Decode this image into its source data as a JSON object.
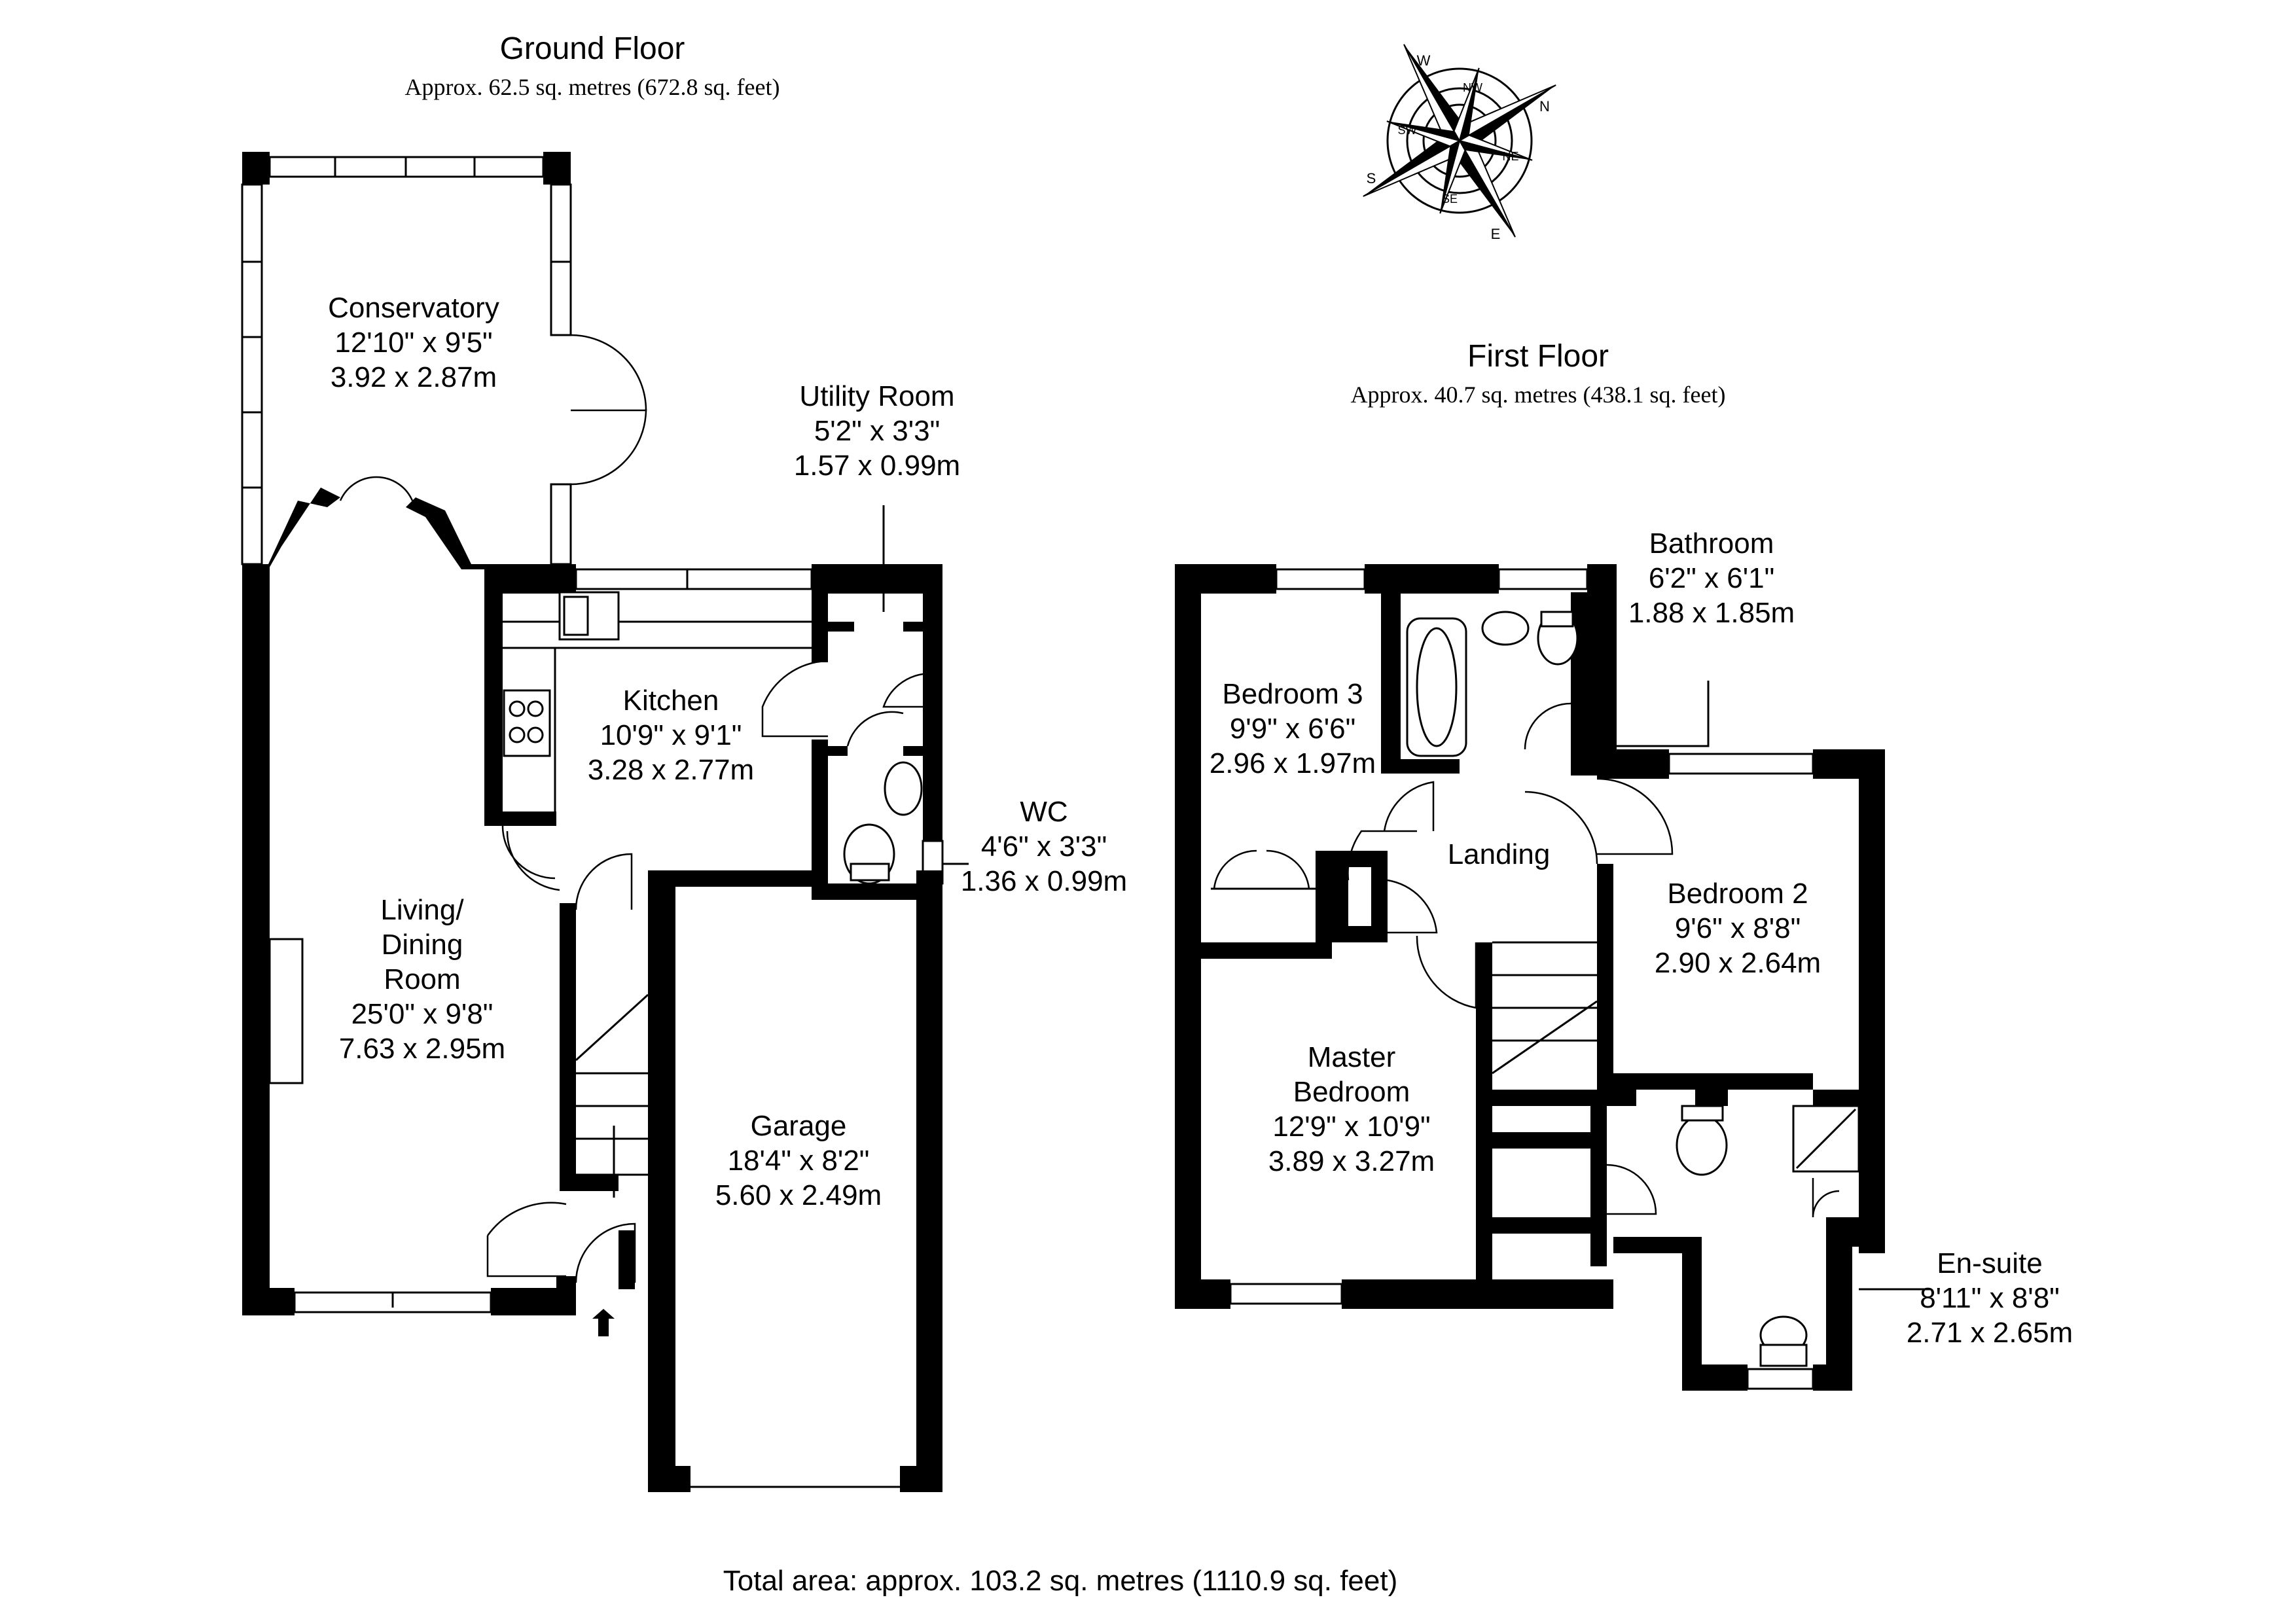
{
  "ground_floor": {
    "title": "Ground Floor",
    "area": "Approx. 62.5 sq. metres (672.8 sq. feet)",
    "rooms": [
      {
        "name": "Conservatory",
        "imperial": "12'10\" x 9'5\"",
        "metric": "3.92 x 2.87m"
      },
      {
        "name": "Utility Room",
        "imperial": "5'2\" x 3'3\"",
        "metric": "1.57 x 0.99m"
      },
      {
        "name": "Kitchen",
        "imperial": "10'9\" x 9'1\"",
        "metric": "3.28 x 2.77m"
      },
      {
        "name": "WC",
        "imperial": "4'6\" x 3'3\"",
        "metric": "1.36 x 0.99m"
      },
      {
        "name_lines": [
          "Living/",
          "Dining",
          "Room"
        ],
        "imperial": "25'0\" x 9'8\"",
        "metric": "7.63 x 2.95m"
      },
      {
        "name": "Garage",
        "imperial": "18'4\" x 8'2\"",
        "metric": "5.60 x 2.49m"
      }
    ]
  },
  "first_floor": {
    "title": "First Floor",
    "area": "Approx. 40.7 sq. metres (438.1 sq. feet)",
    "rooms": [
      {
        "name": "Bathroom",
        "imperial": "6'2\" x 6'1\"",
        "metric": "1.88 x 1.85m"
      },
      {
        "name": "Bedroom 3",
        "imperial": "9'9\" x 6'6\"",
        "metric": "2.96 x 1.97m"
      },
      {
        "name": "Landing"
      },
      {
        "name": "Bedroom 2",
        "imperial": "9'6\" x 8'8\"",
        "metric": "2.90 x 2.64m"
      },
      {
        "name_lines": [
          "Master",
          "Bedroom"
        ],
        "imperial": "12'9\" x 10'9\"",
        "metric": "3.89 x 3.27m"
      },
      {
        "name": "En-suite",
        "imperial": "8'11\" x 8'8\"",
        "metric": "2.71 x 2.65m"
      }
    ]
  },
  "compass": {
    "labels": [
      "W",
      "N",
      "E",
      "S",
      "NW",
      "NE",
      "SE",
      "SW"
    ]
  },
  "total_area": "Total area: approx. 103.2 sq. metres (1110.9 sq. feet)"
}
